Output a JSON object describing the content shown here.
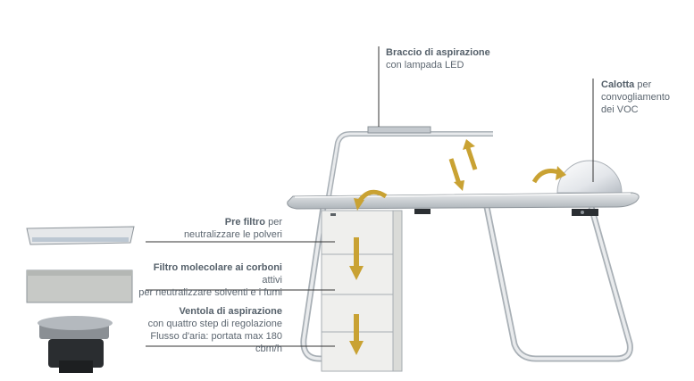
{
  "callouts": {
    "arm": {
      "title": "Braccio di aspirazione",
      "text": "con lampada LED"
    },
    "cap": {
      "title": "Calotta",
      "text1": " per",
      "text2": "convogliamento",
      "text3": "dei VOC"
    },
    "prefilter": {
      "title": "Pre filtro",
      "text1": " per",
      "text2": "neutralizzare le polveri"
    },
    "carbon": {
      "title": "Filtro molecolare ai corboni",
      "text1": " attivi",
      "text2": "per neutralizzare solventi e i fumi"
    },
    "fan": {
      "title": "Ventola di aspirazione",
      "text1": "con quattro step di regolazione",
      "text2": "Flusso d'aria: portata max 180 cbm/h"
    }
  },
  "colors": {
    "arrow": "#c9a233",
    "frame": "#d9dcdf",
    "frame_edge": "#9aa1a8",
    "cabinet": "#eeeeec",
    "leader": "#333333"
  }
}
